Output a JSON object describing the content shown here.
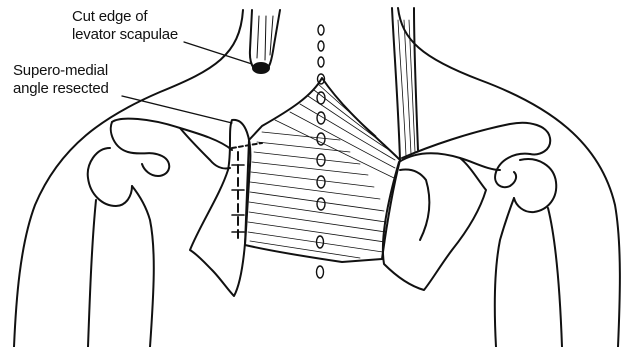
{
  "labels": {
    "levator_line1": "Cut edge of",
    "levator_line2": "levator scapulae",
    "angle_line1": "Supero-medial",
    "angle_line2": "angle resected"
  },
  "colors": {
    "ink": "#111111",
    "background": "#ffffff"
  }
}
